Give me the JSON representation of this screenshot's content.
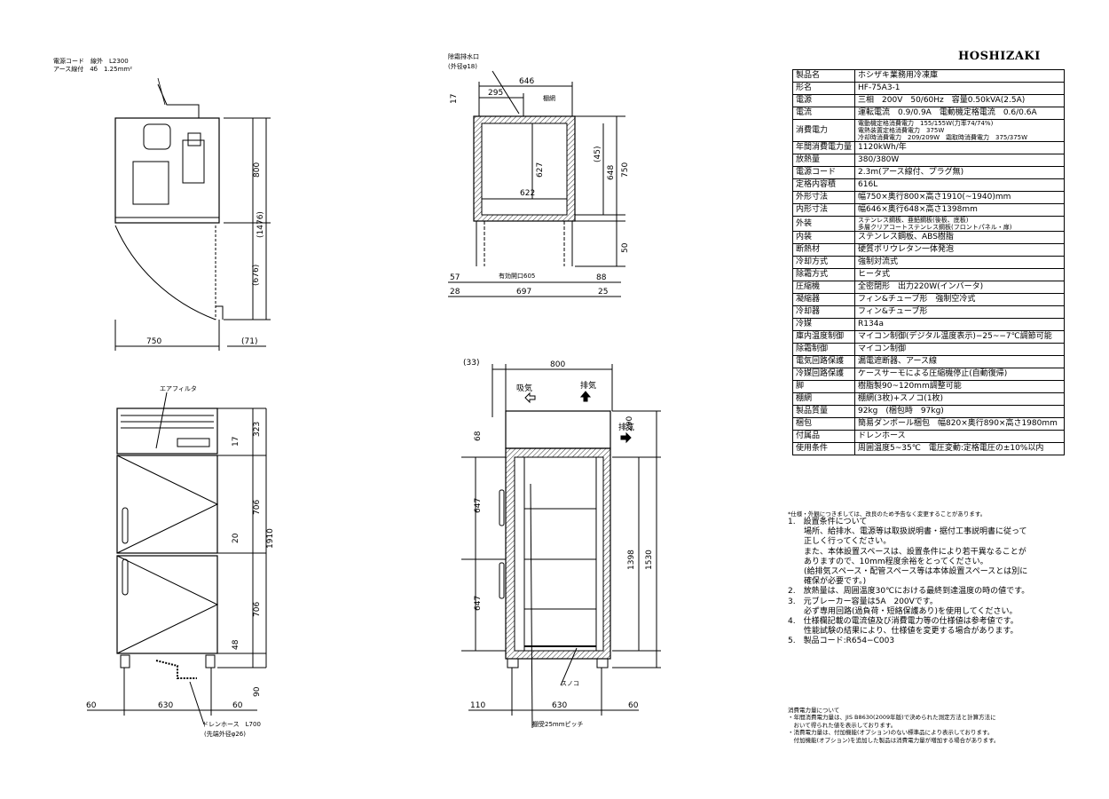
{
  "brand": "HOSHIZAKI",
  "spec": [
    {
      "label": "製品名",
      "value": "ホシザキ業務用冷凍庫"
    },
    {
      "label": "形名",
      "value": "HF-75A3-1"
    },
    {
      "label": "電源",
      "value": "三相　200V　50/60Hz　容量0.50kVA(2.5A)"
    },
    {
      "label": "電流",
      "value": "運転電流　0.9/0.9A　電動機定格電流　0.6/0.6A"
    },
    {
      "label": "消費電力",
      "lines": [
        "電動機定格消費電力　155/155W(力率74/74%)",
        "電熱装置定格消費電力　375W",
        "冷却時消費電力　209/209W　霜取時消費電力　375/375W"
      ]
    },
    {
      "label": "年間消費電力量",
      "value": "1120kWh/年"
    },
    {
      "label": "放熱量",
      "value": "380/380W"
    },
    {
      "label": "電源コード",
      "value": "2.3m(アース線付、プラグ無)"
    },
    {
      "label": "定格内容積",
      "value": "616L"
    },
    {
      "label": "外形寸法",
      "value": "幅750×奥行800×高さ1910(~1940)mm"
    },
    {
      "label": "内形寸法",
      "value": "幅646×奥行648×高さ1398mm"
    },
    {
      "label": "外装",
      "lines": [
        "ステンレス鋼板、亜鉛鋼板(後板、底板)",
        "多層クリアコートステンレス鋼板(フロントパネル・扉)"
      ]
    },
    {
      "label": "内装",
      "value": "ステンレス鋼板、ABS樹脂"
    },
    {
      "label": "断熱材",
      "value": "硬質ポリウレタン一体発泡"
    },
    {
      "label": "冷却方式",
      "value": "強制対流式"
    },
    {
      "label": "除霜方式",
      "value": "ヒータ式"
    },
    {
      "label": "圧縮機",
      "value": "全密閉形　出力220W(インバータ)"
    },
    {
      "label": "凝縮器",
      "value": "フィン&チューブ形　強制空冷式"
    },
    {
      "label": "冷却器",
      "value": "フィン&チューブ形"
    },
    {
      "label": "冷媒",
      "value": "R134a"
    },
    {
      "label": "庫内温度制御",
      "value": "マイコン制御(デジタル温度表示)−25~−7℃調節可能"
    },
    {
      "label": "除霜制御",
      "value": "マイコン制御"
    },
    {
      "label": "電気回路保護",
      "value": "漏電遮断器、アース線"
    },
    {
      "label": "冷媒回路保護",
      "value": "ケースサーモによる圧縮機停止(自動復帰)"
    },
    {
      "label": "脚",
      "value": "樹脂製90~120mm調整可能"
    },
    {
      "label": "棚網",
      "value": "棚網(3枚)+スノコ(1枚)"
    },
    {
      "label": "製品質量",
      "value": "92kg　(梱包時　97kg)"
    },
    {
      "label": "梱包",
      "value": "簡易ダンボール梱包　幅820×奥行890×高さ1980mm"
    },
    {
      "label": "付属品",
      "value": "ドレンホース"
    },
    {
      "label": "使用条件",
      "value": "周囲温度5~35℃　電圧変動:定格電圧の±10%以内"
    }
  ],
  "notes": {
    "caution": "*仕様・外観につきましては、改良のため予告なく変更することがあります。",
    "lines": [
      "1.　設置条件について",
      "　　場所、給排水、電源等は取扱説明書・据付工事説明書に従って",
      "　　正しく行ってください。",
      "　　また、本体設置スペースは、設置条件により若干異なることが",
      "　　ありますので、10mm程度余裕をとってください。",
      "　　(給排気スペース・配管スペース等は本体設置スペースとは別に",
      "　　確保が必要です。)",
      "2.　放熱量は、周囲温度30℃における最終到達温度の時の値です。",
      "3.　元ブレーカー容量は5A　200Vです。",
      "　　必ず専用回路(過負荷・短絡保護あり)を使用してください。",
      "4.　仕様欄記載の電流値及び消費電力等の仕様値は参考値です。",
      "　　性能試験の結果により、仕様値を変更する場合があります。",
      "5.　製品コード:R654−C003"
    ]
  },
  "footnote": [
    "消費電力量について",
    "・年間消費電力量は、JIS B8630(2009年版)で決められた測定方法と計算方法に",
    "　おいて得られた値を表示しております。",
    "・消費電力量は、付加機能(オプション)のない標準品により表示しております。",
    "　付加機能(オプション)を追加した製品は消費電力量が増加する場合があります。"
  ],
  "drawing": {
    "top_view": {
      "cord_label_1": "電源コード　線外　L2300",
      "cord_label_2": "アース線付　4б　1.25mm²",
      "dim_width": "750",
      "dim_depth": "800",
      "dim_total": "(1476)",
      "dim_door": "(676)",
      "dim_71": "(71)"
    },
    "front_view": {
      "air_filter": "エアフィルタ",
      "d17": "17",
      "d323": "323",
      "d706a": "706",
      "d20": "20",
      "d706b": "706",
      "d1910": "1910",
      "d48": "48",
      "d90": "90",
      "d60a": "60",
      "d630": "630",
      "d60b": "60",
      "hose_1": "ドレンホース　L700",
      "hose_2": "(先端外径φ26)"
    },
    "section_top": {
      "drain_1": "除霜排水口",
      "drain_2": "(外径φ18)",
      "d646": "646",
      "d295": "295",
      "shelf": "棚網",
      "d17": "17",
      "d45": "(45)",
      "d627": "627",
      "d622": "622",
      "d648": "648",
      "d750": "750",
      "d50": "50",
      "d57": "57",
      "opening": "有効開口605",
      "d88": "88",
      "d28": "28",
      "d697": "697",
      "d25": "25"
    },
    "side_view": {
      "d33": "(33)",
      "d800": "800",
      "intake": "吸気",
      "exhaust_top": "排気",
      "exhaust_side": "排気",
      "d290": "290",
      "d68": "68",
      "d647a": "647",
      "d647b": "647",
      "d1398": "1398",
      "d1530": "1530",
      "sunoko": "スノコ",
      "pitch": "棚受25mmピッチ",
      "d110": "110",
      "d630": "630",
      "d60": "60"
    }
  }
}
